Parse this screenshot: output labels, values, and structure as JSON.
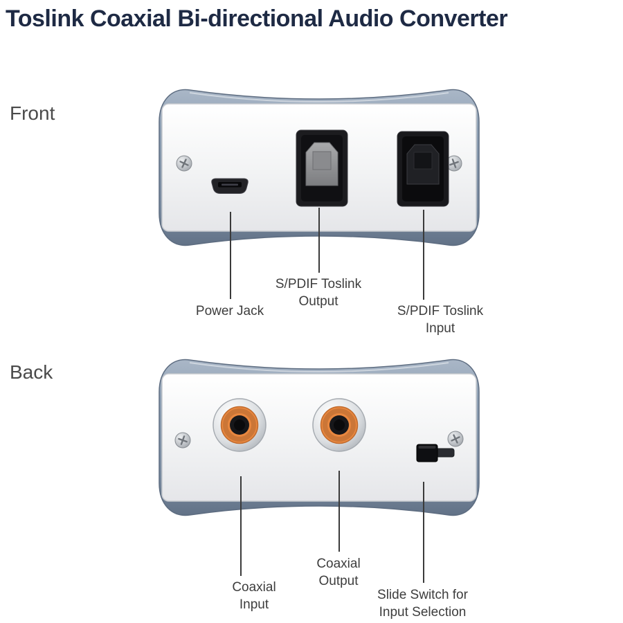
{
  "title": "Toslink Coaxial Bi-directional Audio Converter",
  "views": {
    "front": {
      "label": "Front",
      "callouts": [
        {
          "name": "power-jack",
          "lines": [
            "Power Jack"
          ]
        },
        {
          "name": "toslink-output",
          "lines": [
            "S/PDIF Toslink",
            "Output"
          ]
        },
        {
          "name": "toslink-input",
          "lines": [
            "S/PDIF Toslink",
            "Input"
          ]
        }
      ]
    },
    "back": {
      "label": "Back",
      "callouts": [
        {
          "name": "coaxial-input",
          "lines": [
            "Coaxial",
            "Input"
          ]
        },
        {
          "name": "coaxial-output",
          "lines": [
            "Coaxial",
            "Output"
          ]
        },
        {
          "name": "slide-switch",
          "lines": [
            "Slide Switch for",
            "Input Selection"
          ]
        }
      ]
    }
  },
  "colors": {
    "title_text": "#1e2a44",
    "label_text": "#3d3d3d",
    "view_label_text": "#4a4a4a",
    "callout_line": "#3a3a3a",
    "device_body": "#8496ab",
    "device_face": "#f3f4f5",
    "rca_ring_orange": "#e8873f",
    "background": "#ffffff"
  }
}
